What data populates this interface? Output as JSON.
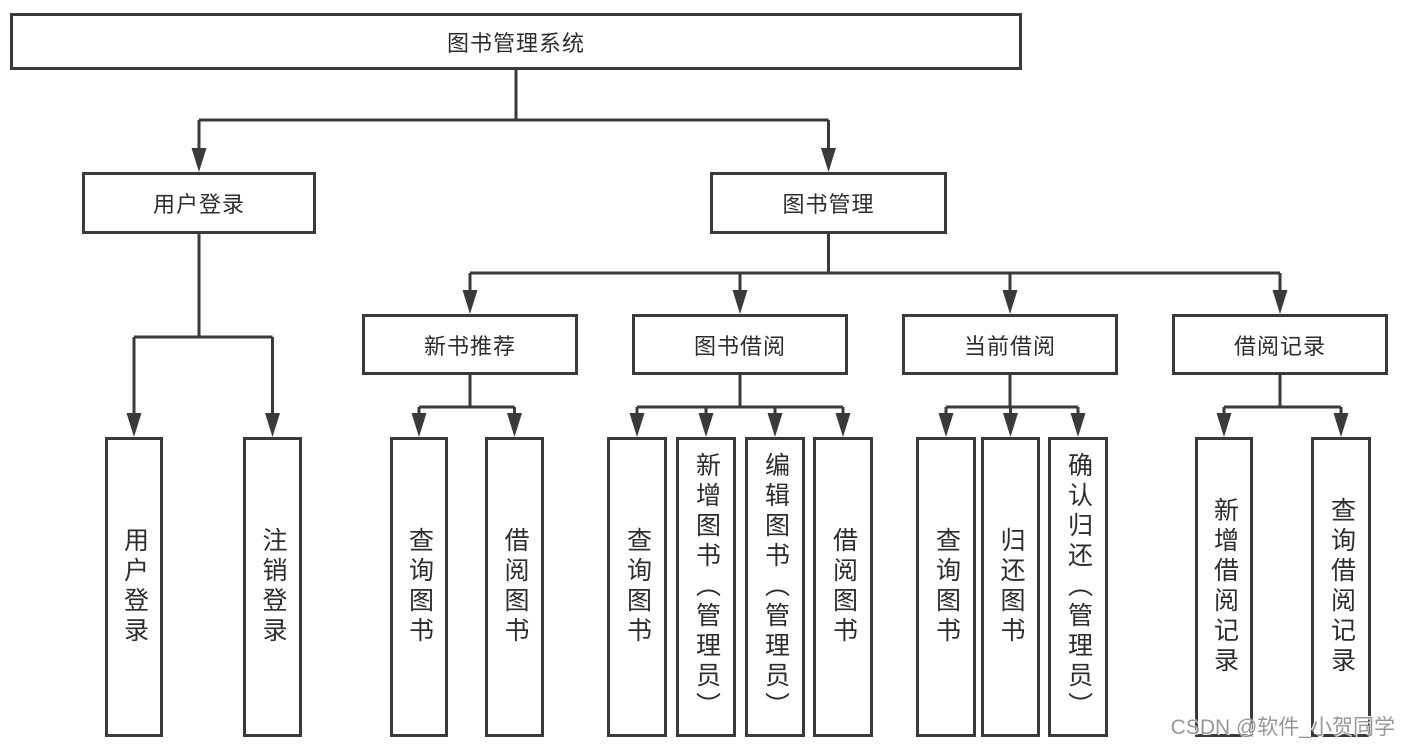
{
  "tree": {
    "label": "图书管理系统",
    "children": [
      {
        "label": "用户登录",
        "children": [
          {
            "label": "用户登录"
          },
          {
            "label": "注销登录"
          }
        ]
      },
      {
        "label": "图书管理",
        "children": [
          {
            "label": "新书推荐",
            "children": [
              {
                "label": "查询图书"
              },
              {
                "label": "借阅图书"
              }
            ]
          },
          {
            "label": "图书借阅",
            "children": [
              {
                "label": "查询图书"
              },
              {
                "label": "新增图书（管理员）"
              },
              {
                "label": "编辑图书（管理员）"
              },
              {
                "label": "借阅图书"
              }
            ]
          },
          {
            "label": "当前借阅",
            "children": [
              {
                "label": "查询图书"
              },
              {
                "label": "归还图书"
              },
              {
                "label": "确认归还（管理员）"
              }
            ]
          },
          {
            "label": "借阅记录",
            "children": [
              {
                "label": "新增借阅记录"
              },
              {
                "label": "查询借阅记录"
              }
            ]
          }
        ]
      }
    ]
  },
  "watermark": "CSDN @软件_小贺同学",
  "colors": {
    "line": "#3a3a3a",
    "text": "#2d2d2d",
    "watermark_gray": "#8c8c8c"
  }
}
